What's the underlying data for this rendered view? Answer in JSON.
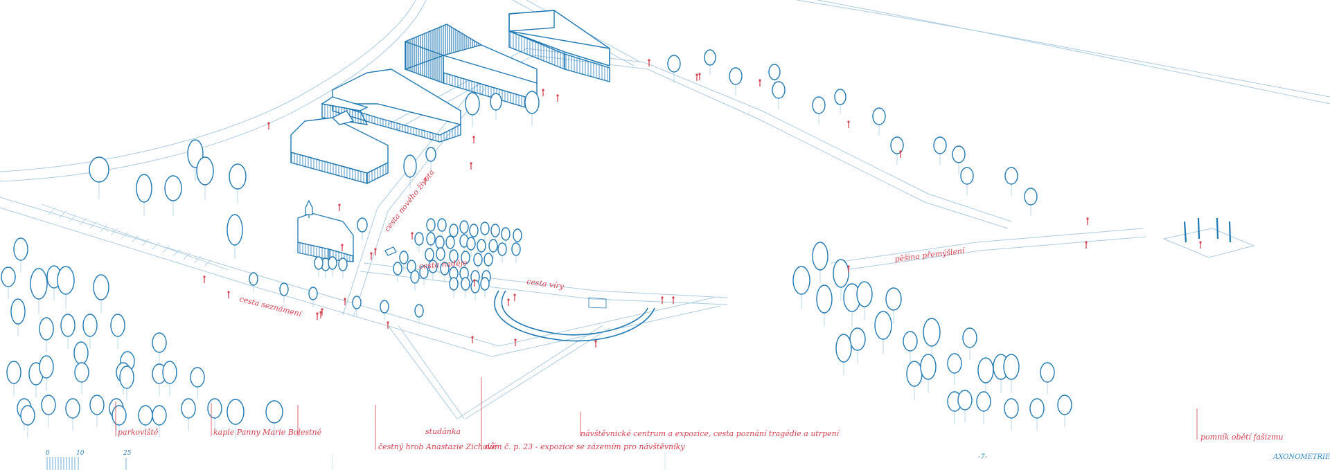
{
  "colors": {
    "accent_red": "#d6404e",
    "building_blue": "#1e78b4",
    "path_line": "#a9cbe1",
    "background": "#ffffff"
  },
  "path_labels": {
    "cesta_noveho_zivota": "cesta nového života",
    "cesta_viry": "cesta víry",
    "cesta_seznameni": "cesta seznámení",
    "cesta_nadeje": "cesta naděje",
    "pesina_premysleni": "pěšina přemýšlení"
  },
  "legend": {
    "parkoviste": "parkoviště",
    "kaple": "kaple Panny Marie Bolestné",
    "hrob": "čestný hrob Anastazie Zichové",
    "studanka": "studánka",
    "dum": "dům č. p. 23 - expozice se zázemím pro návštěvníky",
    "centrum": "návštěvnické centrum a expozice, cesta poznání tragédie a utrpení",
    "pomnik": "pomník obětí fašizmu"
  },
  "scale": {
    "label_0": "0",
    "label_10": "10",
    "label_25": "25"
  },
  "footer": {
    "page_number": "-7-",
    "section_title": "AXONOMETRIE"
  },
  "icons": [
    "tree-icon",
    "person-icon",
    "chapel-icon",
    "monument-icon",
    "scale-bar-icon"
  ]
}
